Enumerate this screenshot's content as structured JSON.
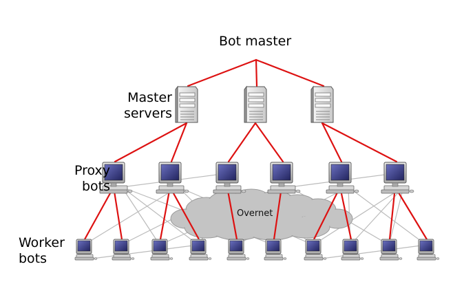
{
  "diagram": {
    "title": "Bot master",
    "labels": {
      "master_line1": "Master",
      "master_line2": "servers",
      "proxy_line1": "Proxy",
      "proxy_line2": "bots",
      "worker_line1": "Worker",
      "worker_line2": "bots"
    },
    "cloud_label": "Overnet",
    "colors": {
      "hierarchy_link": "#dd1111",
      "mesh_link": "#bbbbbb",
      "cloud_fill": "#c4c4c4",
      "server_body": "#e4e4e4",
      "screen": "#3a3d86"
    },
    "nodes": {
      "master_servers": 3,
      "proxy_bots": 6,
      "worker_bots": 10
    }
  }
}
